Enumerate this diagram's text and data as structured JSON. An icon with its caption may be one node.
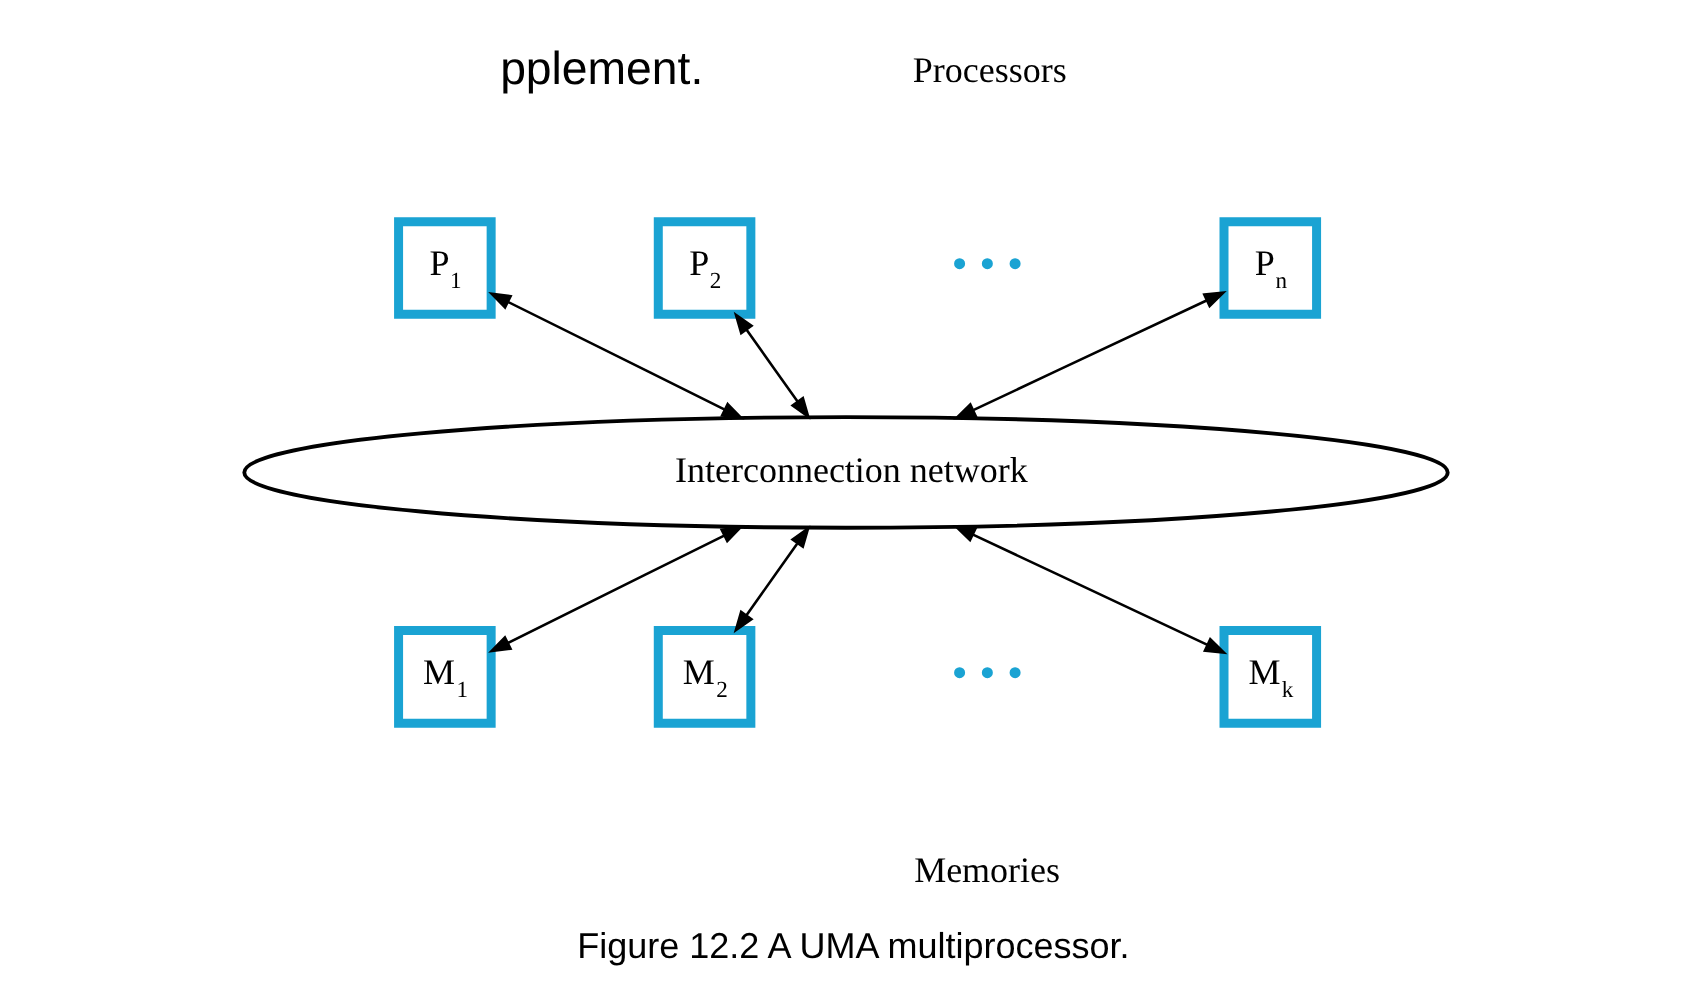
{
  "diagram": {
    "caption": "Figure 12.2 A UMA multiprocessor.",
    "nodes": [
      {
        "text": [
          "P$_{1}$"
        ]
      },
      {
        "text": [
          "P$_{2}$"
        ]
      },
      {
        "text": [
          "P$_{n}$"
        ]
      },
      {
        "text": [
          "Interconnection network"
        ]
      },
      {
        "text": [
          "M$_{1}$"
        ]
      },
      {
        "text": [
          "M$_{2}$"
        ]
      },
      {
        "text": [
          "M$_{k}$"
        ]
      }
    ],
    "edges": [
      {
        "from": 0,
        "to": 3,
        "arrow": "both"
      },
      {
        "from": 1,
        "to": 3,
        "arrow": "both"
      },
      {
        "from": 2,
        "to": 3,
        "arrow": "both"
      },
      {
        "from": 3,
        "to": 4,
        "arrow": "both"
      },
      {
        "from": 3,
        "to": 5,
        "arrow": "both"
      },
      {
        "from": 3,
        "to": 6,
        "arrow": "both"
      }
    ],
    "labels": [
      "pplement.",
      "Processors",
      "• • •",
      "• • •",
      "Memories"
    ]
  }
}
